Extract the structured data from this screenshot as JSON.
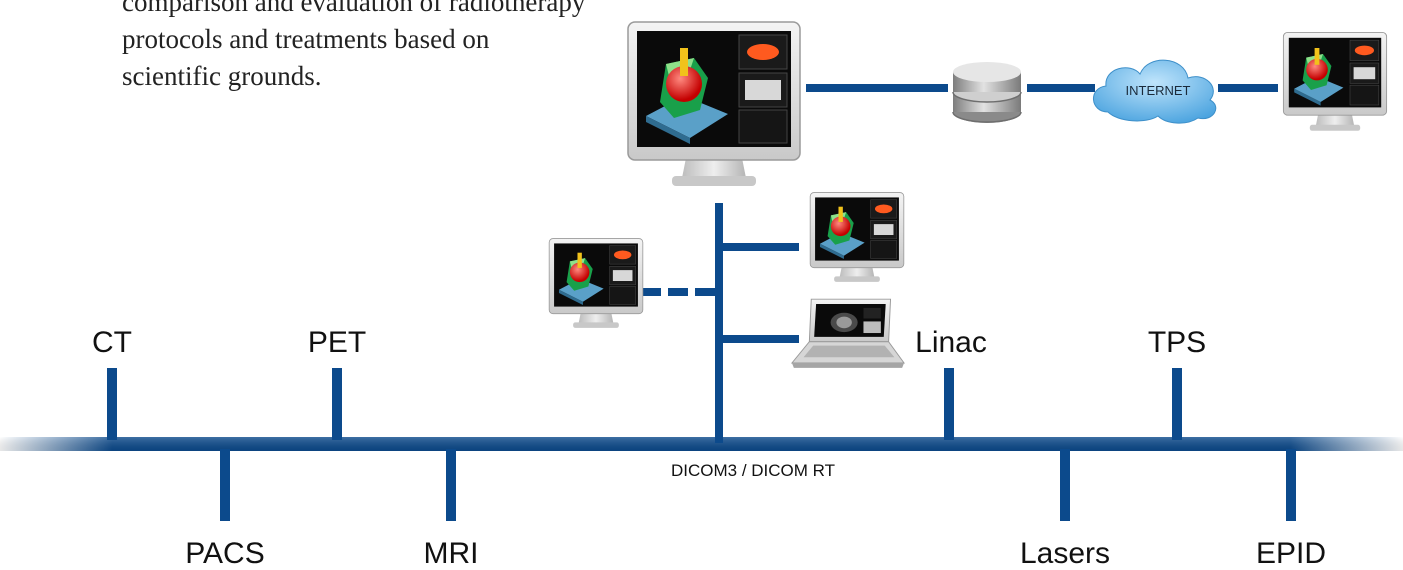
{
  "intro_lines": [
    "comparison and evaluation of radiotherapy",
    "protocols and treatments based on",
    "scientific grounds."
  ],
  "devices_top": [
    "CT",
    "PET",
    "Linac",
    "TPS"
  ],
  "devices_bottom": [
    "PACS",
    "MRI",
    "Lasers",
    "EPID"
  ],
  "bus_label": "DICOM3 / DICOM RT",
  "cloud_label": "INTERNET",
  "colors": {
    "line": "#0c4a8c",
    "cloud": "#6bb6e8",
    "database": "#9a9a9a"
  }
}
